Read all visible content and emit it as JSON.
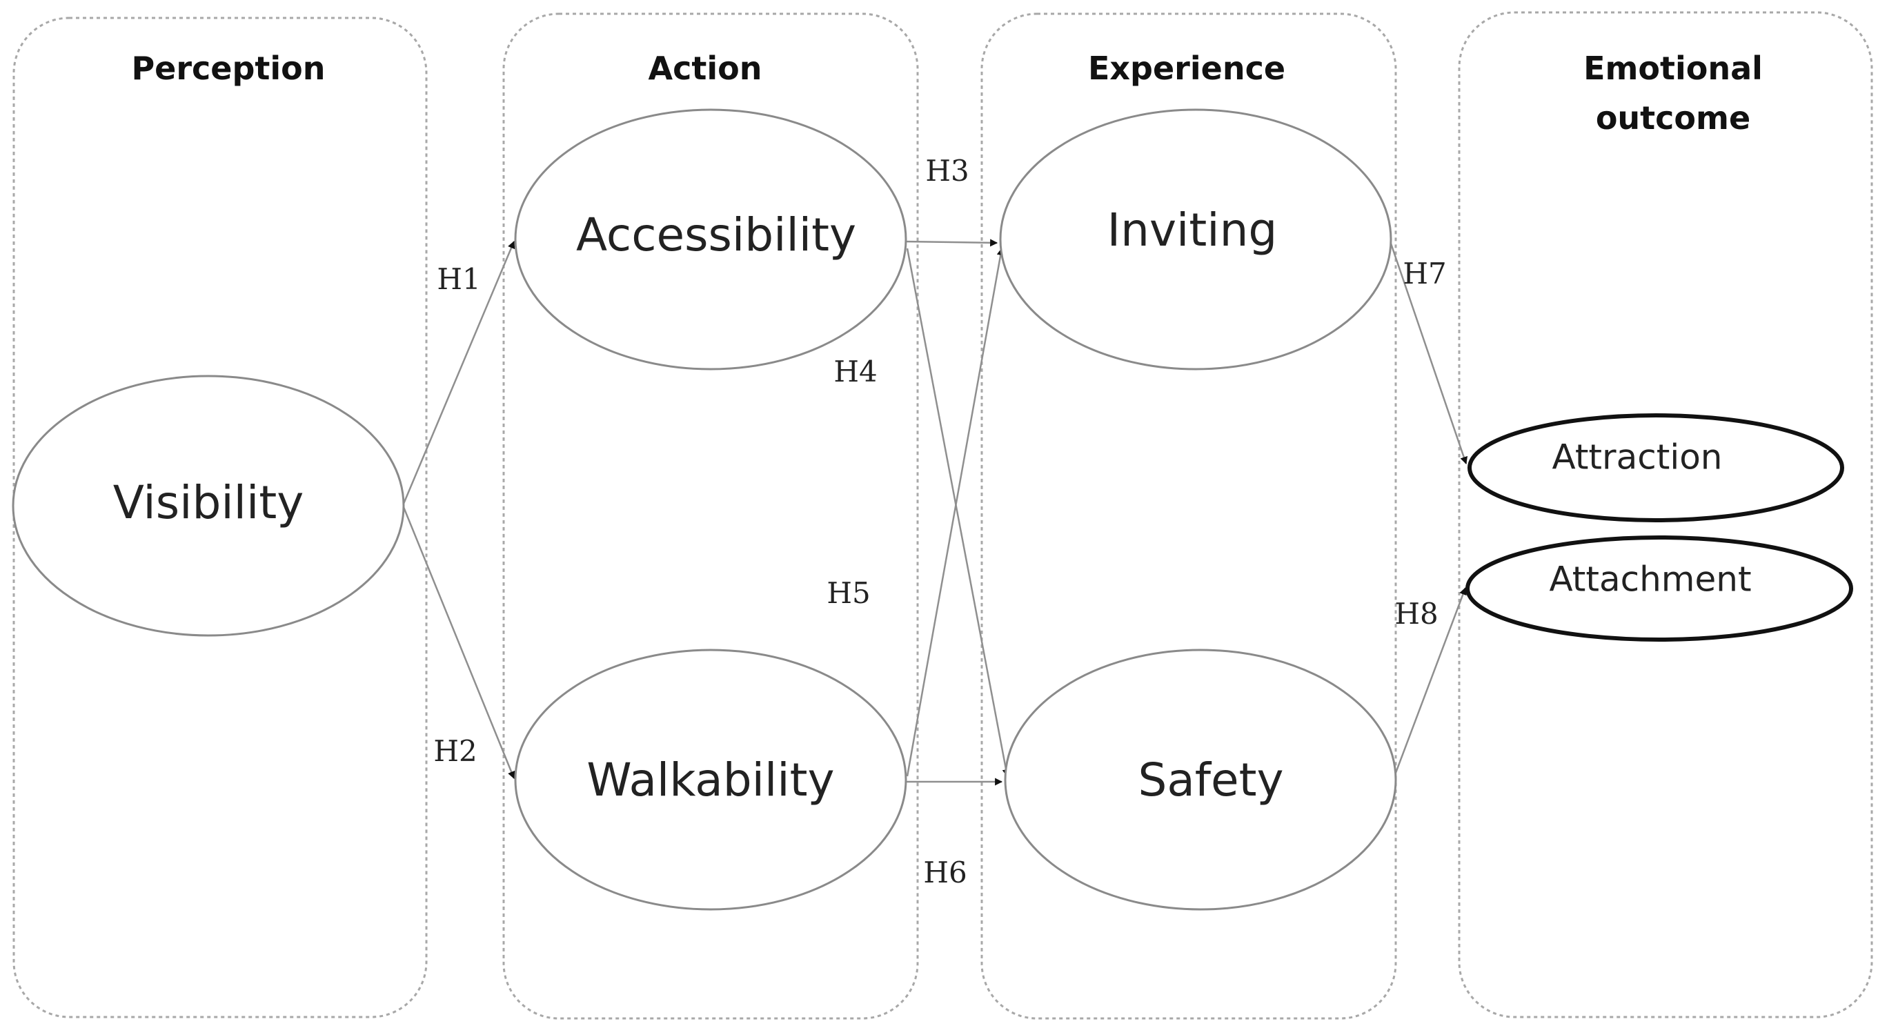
{
  "columns": [
    {
      "id": "perception",
      "title_lines": [
        "Perception"
      ]
    },
    {
      "id": "action",
      "title_lines": [
        "Action"
      ]
    },
    {
      "id": "experience",
      "title_lines": [
        "Experience"
      ]
    },
    {
      "id": "emotional",
      "title_lines": [
        "Emotional",
        "outcome"
      ]
    }
  ],
  "nodes": {
    "visibility": "Visibility",
    "accessibility": "Accessibility",
    "walkability": "Walkability",
    "inviting": "Inviting",
    "safety": "Safety",
    "attraction": "Attraction",
    "attachment": "Attachment"
  },
  "hypotheses": [
    {
      "label": "H1",
      "from": "visibility",
      "to": "accessibility"
    },
    {
      "label": "H2",
      "from": "visibility",
      "to": "walkability"
    },
    {
      "label": "H3",
      "from": "accessibility",
      "to": "inviting"
    },
    {
      "label": "H4",
      "from": "accessibility",
      "to": "safety"
    },
    {
      "label": "H5",
      "from": "walkability",
      "to": "inviting"
    },
    {
      "label": "H6",
      "from": "walkability",
      "to": "safety"
    },
    {
      "label": "H7",
      "from": "inviting",
      "to": "attraction"
    },
    {
      "label": "H8",
      "from": "safety",
      "to": "attachment"
    }
  ]
}
